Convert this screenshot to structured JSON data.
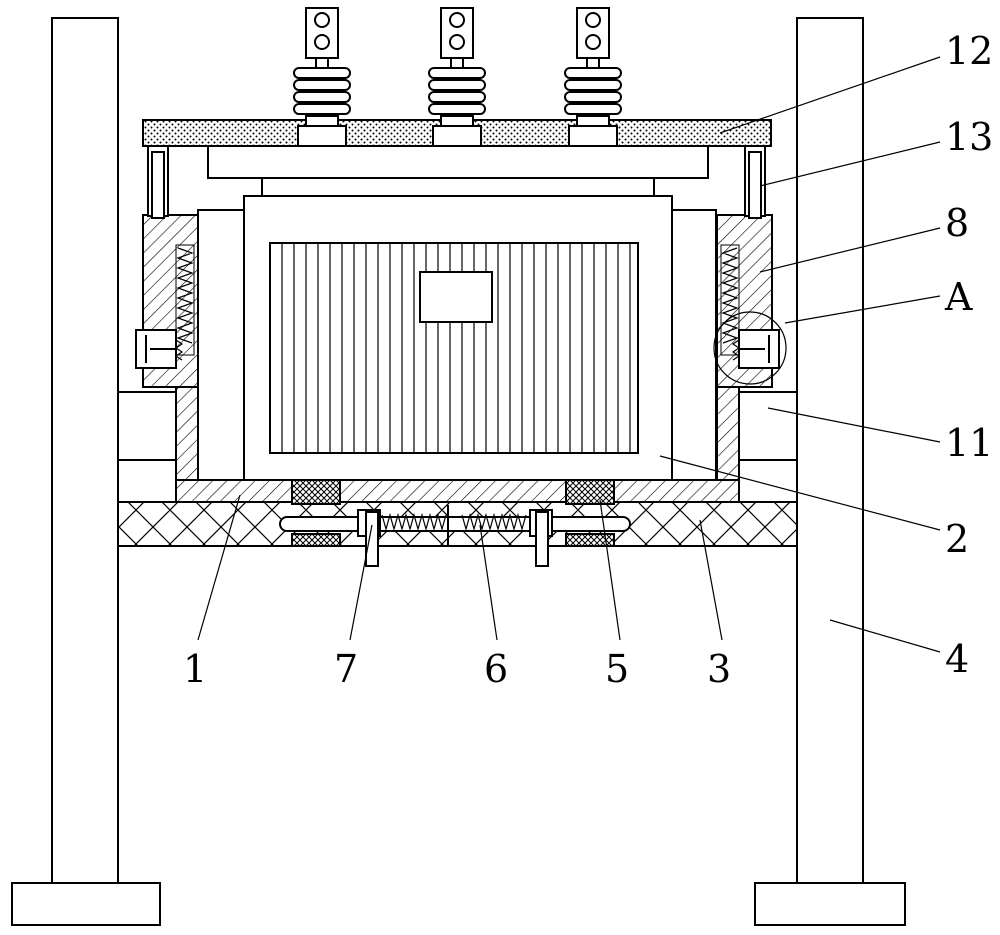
{
  "labels": {
    "l12": "12",
    "l13": "13",
    "l8": "8",
    "lA": "A",
    "l11": "11",
    "l2": "2",
    "l4": "4",
    "l1": "1",
    "l7": "7",
    "l6": "6",
    "l5": "5",
    "l3": "3"
  },
  "colors": {
    "line": "#000000",
    "background": "#ffffff"
  }
}
